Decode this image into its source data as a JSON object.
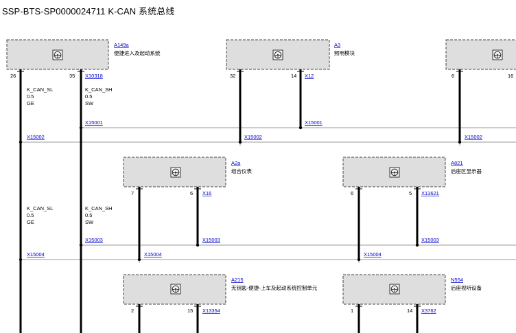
{
  "title": "SSP-BTS-SP0000024711 K-CAN 系统总线",
  "ecus": [
    {
      "id": "A149a",
      "name": "便捷进入及起动系统",
      "pins": [
        "26",
        "35"
      ],
      "plug": "X10318"
    },
    {
      "id": "A3",
      "name": "照明模块",
      "pins": [
        "32",
        "14"
      ],
      "plug": "X12"
    },
    {
      "pins": [
        "6",
        "16"
      ]
    },
    {
      "id": "A2a",
      "name": "组合仪表",
      "pins": [
        "7",
        "6"
      ],
      "plug": "X16"
    },
    {
      "id": "A821",
      "name": "后座区显示器",
      "pins": [
        "6",
        "5"
      ],
      "plug": "X13621"
    },
    {
      "id": "A215",
      "name": "无钥匙-便捷-上车及起动系统控制单元",
      "pins": [
        "2",
        "15"
      ],
      "plug": "X13354"
    },
    {
      "id": "N554",
      "name": "后座视听设备",
      "pins": [
        "1",
        "14"
      ],
      "plug": "X3762"
    }
  ],
  "wires": [
    {
      "name": "K_CAN_SL",
      "section": "0.5",
      "color": "GE"
    },
    {
      "name": "K_CAN_SH",
      "section": "0.5",
      "color": "SW"
    },
    {
      "name": "K_CAN_SL",
      "section": "0.5",
      "color": "GE"
    },
    {
      "name": "K_CAN_SH",
      "section": "0.5",
      "color": "SW"
    }
  ],
  "splices": {
    "sh1": "X15001",
    "sh1b": "X15001",
    "sl1": "X15002",
    "sl1b": "X15002",
    "sl1c": "X15002",
    "sh2": "X15003",
    "sh2b": "X15003",
    "sh2c": "X15003",
    "sl2": "X15004",
    "sl2b": "X15004",
    "sl2c": "X15004"
  },
  "icon": "steering-wheel-icon"
}
